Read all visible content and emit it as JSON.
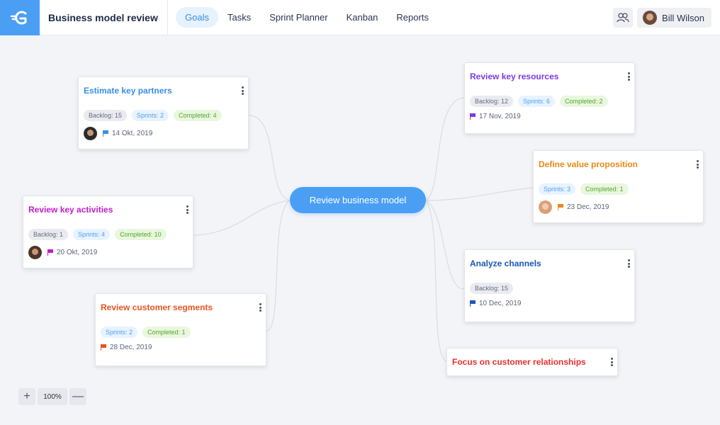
{
  "header": {
    "project_title": "Business model review",
    "nav": [
      "Goals",
      "Tasks",
      "Sprint Planner",
      "Kanban",
      "Reports"
    ],
    "active_nav": "Goals",
    "user_name": "Bill Wilson"
  },
  "mindmap": {
    "center": "Review business model",
    "cards": [
      {
        "title": "Estimate key partners",
        "color": "#3a8de8",
        "tags": [
          "Backlog: 15",
          "Sprints: 2",
          "Completed: 4"
        ],
        "date": "14 Okt, 2019"
      },
      {
        "title": "Review key activities",
        "color": "#c11ec7",
        "tags": [
          "Backlog: 1",
          "Sprints: 4",
          "Completed: 10"
        ],
        "date": "20 Okt, 2019"
      },
      {
        "title": "Review customer segments",
        "color": "#e8541e",
        "tags": [
          "Sprints: 2",
          "Completed: 1"
        ],
        "date": "28 Dec, 2019"
      },
      {
        "title": "Review key resources",
        "color": "#7c3ae0",
        "tags": [
          "Backlog: 12",
          "Sprints: 6",
          "Completed: 2"
        ],
        "date": "17 Nov, 2019"
      },
      {
        "title": "Define value proposition",
        "color": "#e88a14",
        "tags": [
          "Sprints: 3",
          "Completed: 1"
        ],
        "date": "23 Dec, 2019"
      },
      {
        "title": "Analyze channels",
        "color": "#1a56b8",
        "tags": [
          "Backlog: 15"
        ],
        "date": "10 Dec, 2019"
      },
      {
        "title": "Focus on customer relationships",
        "color": "#e8302e"
      }
    ]
  },
  "zoom": {
    "plus": "+",
    "value": "100%",
    "minus": "—"
  }
}
